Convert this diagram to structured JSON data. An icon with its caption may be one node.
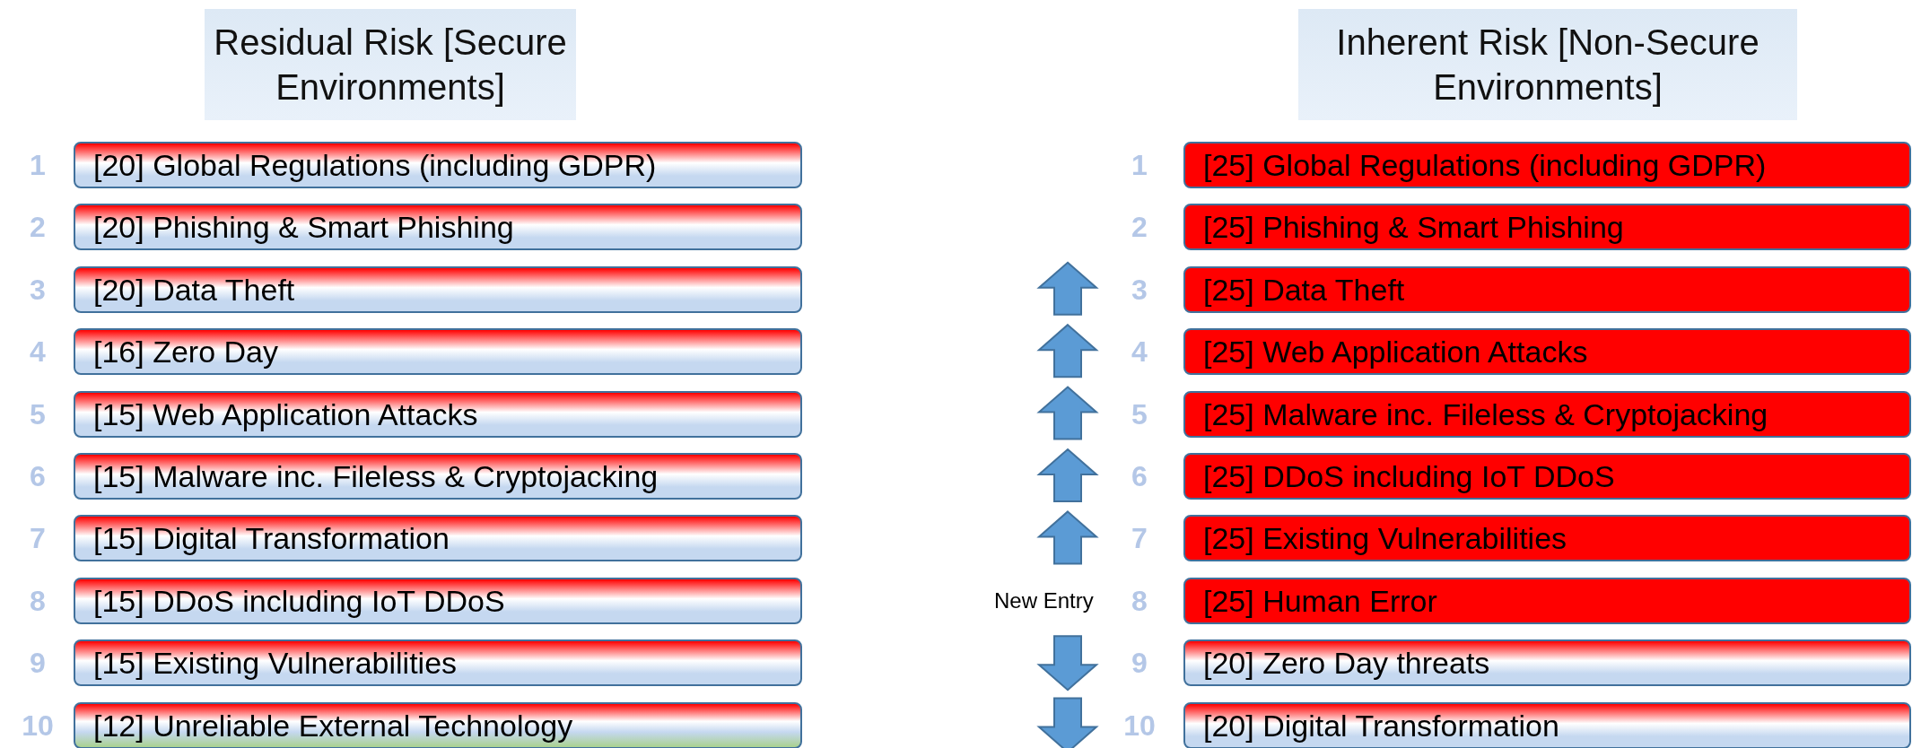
{
  "diagram": {
    "nodes": [
      {
        "text": [
          "Residual Risk [Secure Environments]"
        ]
      },
      {
        "text": [
          "[20] Global Regulations (including GDPR)"
        ],
        "beside": [
          "1"
        ]
      },
      {
        "text": [
          "[20] Phishing & Smart Phishing"
        ],
        "beside": [
          "2"
        ]
      },
      {
        "text": [
          "[20] Data Theft"
        ],
        "beside": [
          "3"
        ]
      },
      {
        "text": [
          "[16] Zero Day"
        ],
        "beside": [
          "4"
        ]
      },
      {
        "text": [
          "[15] Web Application Attacks"
        ],
        "beside": [
          "5"
        ]
      },
      {
        "text": [
          "[15] Malware inc. Fileless & Cryptojacking"
        ],
        "beside": [
          "6"
        ]
      },
      {
        "text": [
          "[15] Digital Transformation"
        ],
        "beside": [
          "7"
        ]
      },
      {
        "text": [
          "[15] DDoS including IoT DDoS"
        ],
        "beside": [
          "8"
        ]
      },
      {
        "text": [
          "[15] Existing Vulnerabilities"
        ],
        "beside": [
          "9"
        ]
      },
      {
        "text": [
          "[12] Unreliable External Technology"
        ],
        "beside": [
          "10"
        ]
      },
      {
        "text": [
          "Inherent Risk [Non-Secure Environments]"
        ]
      },
      {
        "text": [
          "[25] Global Regulations (including GDPR)"
        ],
        "beside": [
          "1"
        ]
      },
      {
        "text": [
          "[25] Phishing & Smart Phishing"
        ],
        "beside": [
          "2"
        ]
      },
      {
        "text": [
          "[25] Data Theft"
        ],
        "beside": [
          "3"
        ]
      },
      {
        "text": [
          "[25] Web Application Attacks"
        ],
        "beside": [
          "4"
        ]
      },
      {
        "text": [
          "[25] Malware inc. Fileless & Cryptojacking"
        ],
        "beside": [
          "5"
        ]
      },
      {
        "text": [
          "[25] DDoS including IoT DDoS"
        ],
        "beside": [
          "6"
        ]
      },
      {
        "text": [
          "[25] Existing Vulnerabilities"
        ],
        "beside": [
          "7"
        ]
      },
      {
        "text": [
          "[25] Human Error"
        ],
        "beside": [
          "8"
        ]
      },
      {
        "text": [
          "[20] Zero Day threats"
        ],
        "beside": [
          "9"
        ]
      },
      {
        "text": [
          "[20] Digital Transformation"
        ],
        "beside": [
          "10"
        ]
      }
    ],
    "edges": [],
    "labels": [
      "New Entry"
    ]
  }
}
